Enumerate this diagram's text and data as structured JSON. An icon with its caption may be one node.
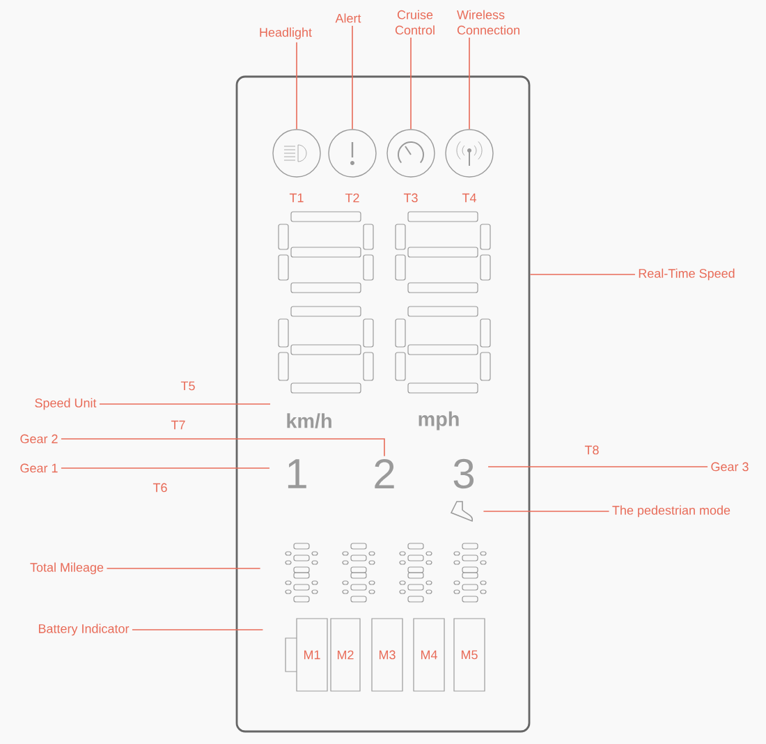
{
  "diagram": {
    "nodes": [
      {
        "text": [
          "Headlight"
        ]
      },
      {
        "text": [
          "Alert"
        ]
      },
      {
        "text": [
          "Cruise Control"
        ]
      },
      {
        "text": [
          "Wireless Connection"
        ]
      },
      {
        "text": [],
        "shape": "box"
      },
      {
        "text": [],
        "shape": "circle",
        "in": 4,
        "beside": [
          "T1"
        ]
      },
      {
        "text": [],
        "shape": "circle",
        "in": 4,
        "beside": [
          "T2"
        ]
      },
      {
        "text": [],
        "shape": "circle",
        "in": 4,
        "beside": [
          "T3"
        ]
      },
      {
        "text": [],
        "shape": "circle",
        "in": 4,
        "beside": [
          "T4"
        ]
      },
      {
        "text": [
          "Real-Time Speed"
        ]
      },
      {
        "text": [
          "Speed Unit"
        ]
      },
      {
        "text": [
          "km/h"
        ],
        "in": 4
      },
      {
        "text": [
          "mph"
        ],
        "in": 4
      },
      {
        "text": [
          "Gear 2"
        ]
      },
      {
        "text": [
          "Gear 1"
        ]
      },
      {
        "text": [
          "1"
        ],
        "in": 4
      },
      {
        "text": [
          "2"
        ],
        "in": 4
      },
      {
        "text": [
          "3"
        ],
        "in": 4
      },
      {
        "text": [
          "Gear 3"
        ]
      },
      {
        "text": [],
        "shape": "shoe",
        "in": 4
      },
      {
        "text": [
          "The pedestrian mode"
        ]
      },
      {
        "text": [
          "Total Mileage"
        ]
      },
      {
        "text": [
          "Battery Indicator"
        ]
      },
      {
        "text": [
          "M1"
        ],
        "in": 4
      },
      {
        "text": [
          "M2"
        ],
        "in": 4
      },
      {
        "text": [
          "M3"
        ],
        "in": 4
      },
      {
        "text": [
          "M4"
        ],
        "in": 4
      },
      {
        "text": [
          "M5"
        ],
        "in": 4
      },
      {
        "text": [],
        "shape": "display",
        "in": 4
      }
    ],
    "edges": [
      {
        "from": 0,
        "to": 5,
        "arrow": "none"
      },
      {
        "from": 1,
        "to": 6,
        "arrow": "none"
      },
      {
        "from": 2,
        "to": 7,
        "arrow": "none"
      },
      {
        "from": 3,
        "to": 8,
        "arrow": "none"
      },
      {
        "from": 9,
        "to": 4,
        "arrow": "none"
      },
      {
        "from": 10,
        "to": 11,
        "arrow": "none",
        "label": "T5"
      },
      {
        "from": 13,
        "to": 16,
        "arrow": "none",
        "label": "T7"
      },
      {
        "from": 14,
        "to": 15,
        "arrow": "none",
        "label": "T6"
      },
      {
        "from": 18,
        "to": 17,
        "arrow": "none",
        "label": "T8"
      },
      {
        "from": 20,
        "to": 19,
        "arrow": "none"
      },
      {
        "from": 21,
        "to": 28,
        "arrow": "none"
      },
      {
        "from": 22,
        "to": 23,
        "arrow": "none"
      }
    ]
  }
}
